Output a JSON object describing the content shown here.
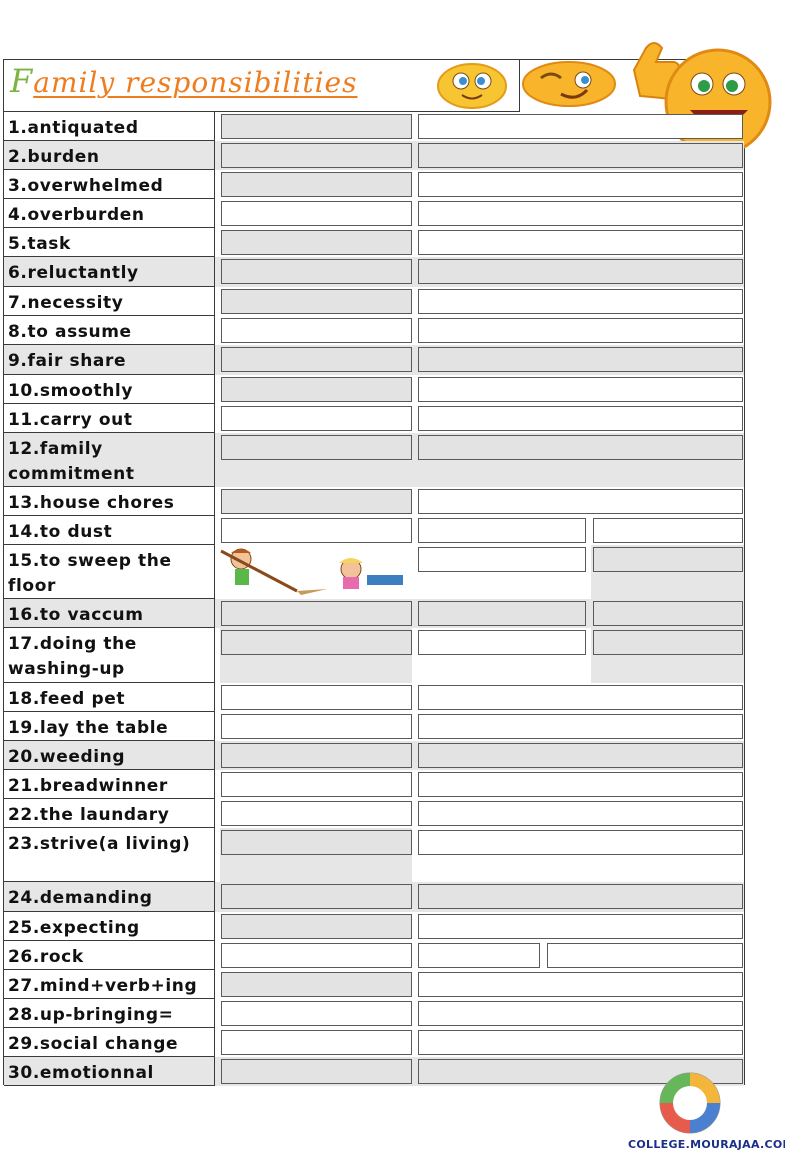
{
  "title": {
    "first_letter": "F",
    "rest": "amily responsibilities"
  },
  "footer": "COLLEGE.MOURAJAA.COM",
  "rows": [
    {
      "term": "1.antiquated"
    },
    {
      "term": "2.burden"
    },
    {
      "term": "3.overwhelmed"
    },
    {
      "term": "4.overburden"
    },
    {
      "term": "5.task"
    },
    {
      "term": "6.reluctantly"
    },
    {
      "term": "7.necessity"
    },
    {
      "term": "8.to assume"
    },
    {
      "term": "9.fair share"
    },
    {
      "term": "10.smoothly"
    },
    {
      "term": "11.carry out"
    },
    {
      "term": "12.family commitment"
    },
    {
      "term": "13.house chores"
    },
    {
      "term": "14.to dust"
    },
    {
      "term": "15.to sweep the floor"
    },
    {
      "term": "16.to vaccum"
    },
    {
      "term": "17.doing the washing-up"
    },
    {
      "term": "18.feed pet"
    },
    {
      "term": "19.lay the table"
    },
    {
      "term": "20.weeding"
    },
    {
      "term": "21.breadwinner"
    },
    {
      "term": "22.the laundary"
    },
    {
      "term": "23.strive(a living)"
    },
    {
      "term": "24.demanding"
    },
    {
      "term": "25.expecting"
    },
    {
      "term": "26.rock"
    },
    {
      "term": "27.mind+verb+ing"
    },
    {
      "term": "28.up-bringing="
    },
    {
      "term": "29.social change"
    },
    {
      "term": "30.emotionnal"
    }
  ]
}
